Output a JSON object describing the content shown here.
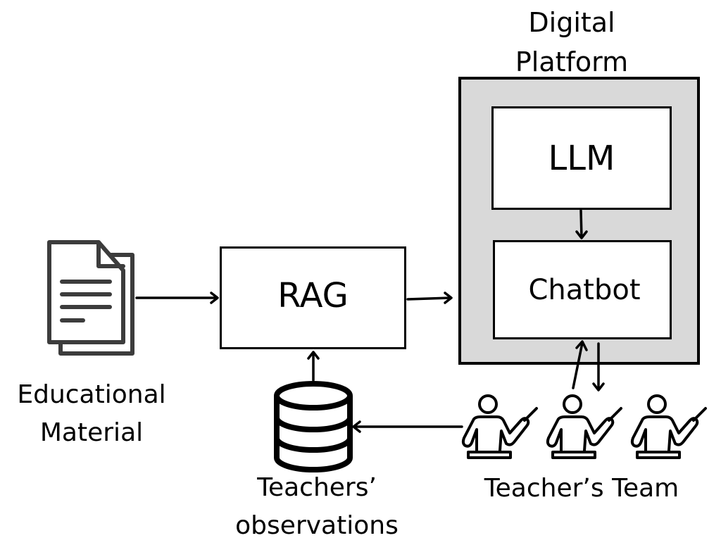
{
  "diagram": {
    "title": "",
    "nodes": {
      "educational_material": {
        "label_line1": "Educational",
        "label_line2": "Material",
        "icon": "document-icon"
      },
      "rag": {
        "label": "RAG"
      },
      "platform": {
        "label_line1": "Digital",
        "label_line2": "Platform",
        "fill": "#d9d9d9"
      },
      "llm": {
        "label": "LLM"
      },
      "chatbot": {
        "label": "Chatbot"
      },
      "observations_db": {
        "label_line1": "Teachers’",
        "label_line2": "observations",
        "icon": "database-icon"
      },
      "teachers_team": {
        "label": "Teacher’s Team",
        "icon": "teacher-icon",
        "count": 3
      }
    },
    "edges": [
      {
        "from": "Educational Material",
        "to": "RAG"
      },
      {
        "from": "RAG",
        "to": "Digital Platform"
      },
      {
        "from": "LLM",
        "to": "Chatbot"
      },
      {
        "from": "Teacher's Team",
        "to": "Chatbot"
      },
      {
        "from": "Chatbot",
        "to": "Teacher's Team"
      },
      {
        "from": "Teacher's Team",
        "to": "Teachers' observations"
      },
      {
        "from": "Teachers' observations",
        "to": "RAG"
      }
    ],
    "colors": {
      "stroke": "#000000",
      "icon_gray": "#3c3c3c",
      "platform_fill": "#d9d9d9"
    }
  }
}
